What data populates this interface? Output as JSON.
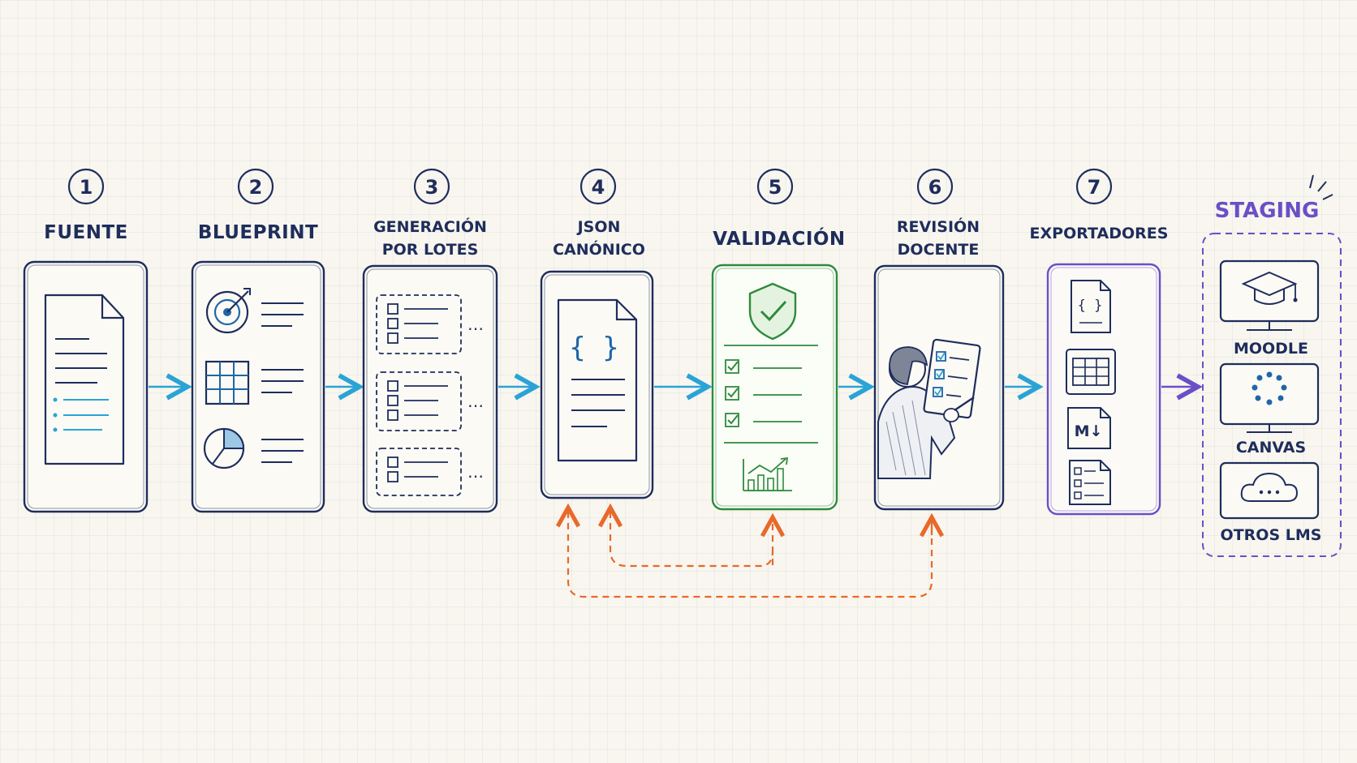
{
  "steps": [
    {
      "number": "1",
      "label": "FUENTE"
    },
    {
      "number": "2",
      "label": "BLUEPRINT"
    },
    {
      "number": "3",
      "label_line1": "GENERACIÓN",
      "label_line2": "POR LOTES"
    },
    {
      "number": "4",
      "label_line1": "JSON",
      "label_line2": "CANÓNICO"
    },
    {
      "number": "5",
      "label": "VALIDACIÓN"
    },
    {
      "number": "6",
      "label_line1": "REVISIÓN",
      "label_line2": "DOCENTE"
    },
    {
      "number": "7",
      "label": "EXPORTADORES"
    }
  ],
  "staging": {
    "title": "STAGING",
    "targets": [
      {
        "label": "MOODLE",
        "icon": "graduation-cap-icon"
      },
      {
        "label": "CANVAS",
        "icon": "canvas-ring-icon"
      },
      {
        "label": "OTROS LMS",
        "icon": "cloud-icon"
      }
    ]
  },
  "icons": {
    "json_braces": "{ }",
    "markdown": "M↓"
  },
  "colors": {
    "navy": "#1f2d5c",
    "cyan_arrow": "#2aa3d6",
    "green": "#2f8a3c",
    "purple": "#6a4fc7",
    "orange_feedback": "#e8692a"
  }
}
